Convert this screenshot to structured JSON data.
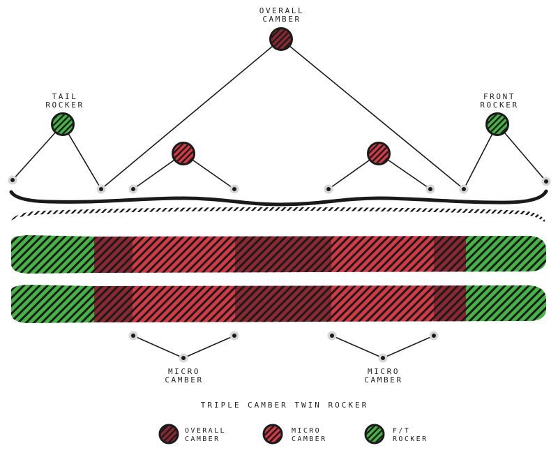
{
  "colors": {
    "overall_camber": "#c2343c",
    "overall_camber_dark": "#2b1a1c",
    "micro_camber": "#d23a45",
    "rocker": "#47b347",
    "stroke": "#1a1a1a",
    "dot_halo": "#d6d6d6"
  },
  "labels": {
    "overall_camber": [
      "OVERALL",
      "CAMBER"
    ],
    "tail_rocker": [
      "TAIL",
      "ROCKER"
    ],
    "front_rocker": [
      "FRONT",
      "ROCKER"
    ],
    "micro_camber_left": [
      "MICRO",
      "CAMBER"
    ],
    "micro_camber_right": [
      "MICRO",
      "CAMBER"
    ]
  },
  "title": "TRIPLE CAMBER TWIN ROCKER",
  "legend": [
    {
      "lines": [
        "OVERALL",
        "CAMBER"
      ],
      "type": "overall"
    },
    {
      "lines": [
        "MICRO",
        "CAMBER"
      ],
      "type": "micro"
    },
    {
      "lines": [
        "F/T",
        "ROCKER"
      ],
      "type": "rocker"
    }
  ]
}
